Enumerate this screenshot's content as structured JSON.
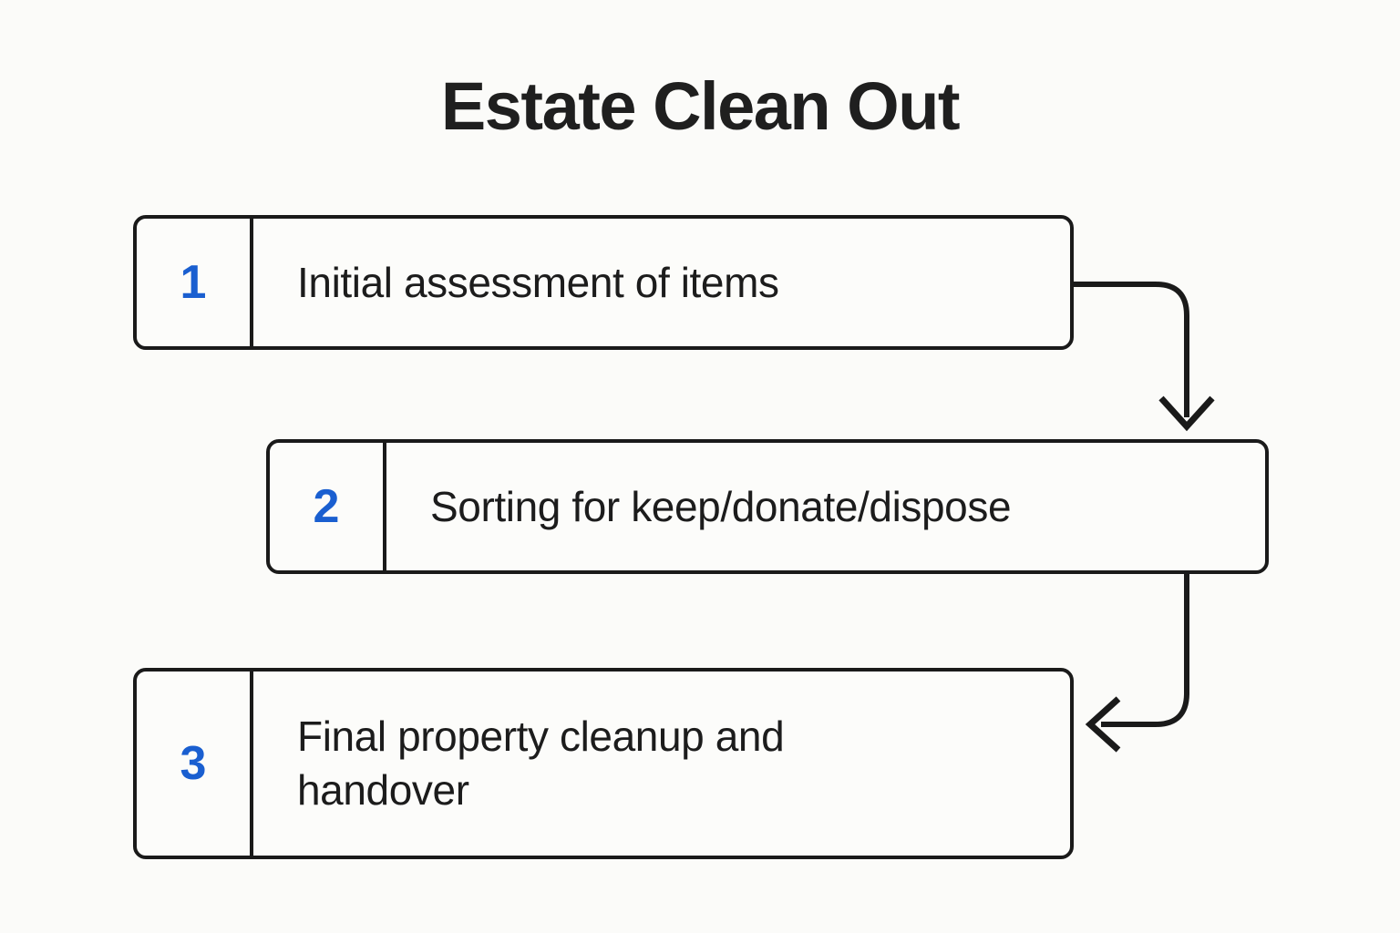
{
  "header": {
    "title": "Estate Clean Out"
  },
  "colors": {
    "background": "#fbfbf9",
    "box_fill": "#fcfcfa",
    "border": "#1a1a1a",
    "number_accent": "#1a5fd0",
    "text": "#1c1c1c",
    "title_text": "#1f1f1f"
  },
  "flow": {
    "steps": [
      {
        "number": "1",
        "label": "Initial assessment of items"
      },
      {
        "number": "2",
        "label": "Sorting for keep/donate/dispose"
      },
      {
        "number": "3",
        "label": "Final property cleanup and handover"
      }
    ],
    "connectors": [
      {
        "name": "connector-1-to-2",
        "from": "1",
        "to": "2",
        "direction": "right-down"
      },
      {
        "name": "connector-2-to-3",
        "from": "2",
        "to": "3",
        "direction": "down-left"
      }
    ]
  }
}
